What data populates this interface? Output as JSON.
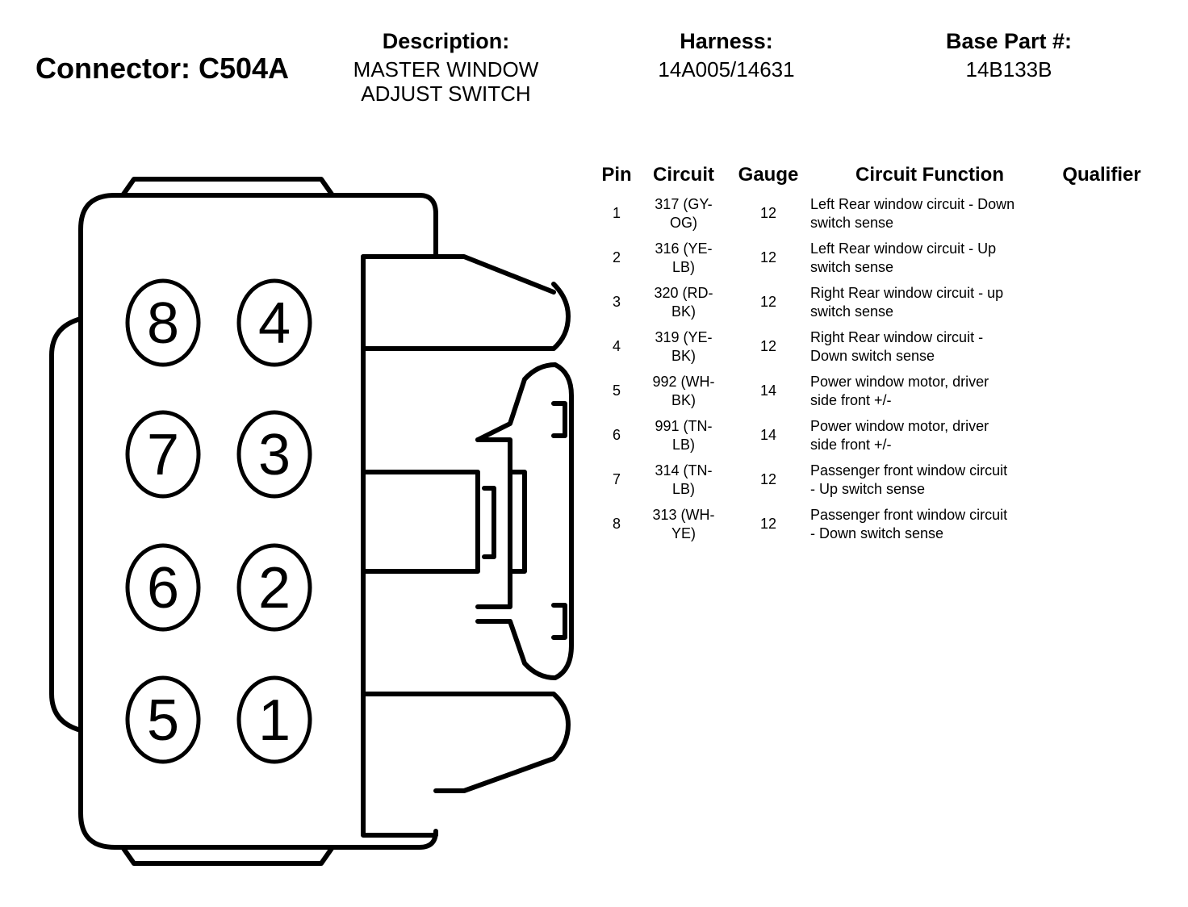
{
  "connector_title": "Connector: C504A",
  "description": {
    "label": "Description:",
    "value_line1": "MASTER WINDOW",
    "value_line2": "ADJUST SWITCH"
  },
  "harness": {
    "label": "Harness:",
    "value": "14A005/14631"
  },
  "base_part": {
    "label": "Base Part #:",
    "value": "14B133B"
  },
  "table": {
    "headers": {
      "pin": "Pin",
      "circuit": "Circuit",
      "gauge": "Gauge",
      "function": "Circuit Function",
      "qualifier": "Qualifier"
    },
    "rows": [
      {
        "pin": "1",
        "circuit_l1": "317 (GY-",
        "circuit_l2": "OG)",
        "gauge": "12",
        "function_l1": "Left Rear window circuit - Down",
        "function_l2": "switch sense",
        "qualifier": ""
      },
      {
        "pin": "2",
        "circuit_l1": "316 (YE-",
        "circuit_l2": "LB)",
        "gauge": "12",
        "function_l1": "Left Rear window circuit - Up",
        "function_l2": "switch sense",
        "qualifier": ""
      },
      {
        "pin": "3",
        "circuit_l1": "320 (RD-",
        "circuit_l2": "BK)",
        "gauge": "12",
        "function_l1": "Right Rear window circuit - up",
        "function_l2": "switch sense",
        "qualifier": ""
      },
      {
        "pin": "4",
        "circuit_l1": "319 (YE-",
        "circuit_l2": "BK)",
        "gauge": "12",
        "function_l1": "Right Rear window circuit -",
        "function_l2": "Down switch sense",
        "qualifier": ""
      },
      {
        "pin": "5",
        "circuit_l1": "992 (WH-",
        "circuit_l2": "BK)",
        "gauge": "14",
        "function_l1": "Power window motor, driver",
        "function_l2": "side front +/-",
        "qualifier": ""
      },
      {
        "pin": "6",
        "circuit_l1": "991 (TN-",
        "circuit_l2": "LB)",
        "gauge": "14",
        "function_l1": "Power window motor, driver",
        "function_l2": "side front +/-",
        "qualifier": ""
      },
      {
        "pin": "7",
        "circuit_l1": "314 (TN-",
        "circuit_l2": "LB)",
        "gauge": "12",
        "function_l1": "Passenger front window circuit",
        "function_l2": "- Up switch sense",
        "qualifier": ""
      },
      {
        "pin": "8",
        "circuit_l1": "313 (WH-",
        "circuit_l2": "YE)",
        "gauge": "12",
        "function_l1": "Passenger front window circuit",
        "function_l2": "- Down switch sense",
        "qualifier": ""
      }
    ]
  },
  "cavities": [
    {
      "label": "8"
    },
    {
      "label": "4"
    },
    {
      "label": "7"
    },
    {
      "label": "3"
    },
    {
      "label": "6"
    },
    {
      "label": "2"
    },
    {
      "label": "5"
    },
    {
      "label": "1"
    }
  ]
}
